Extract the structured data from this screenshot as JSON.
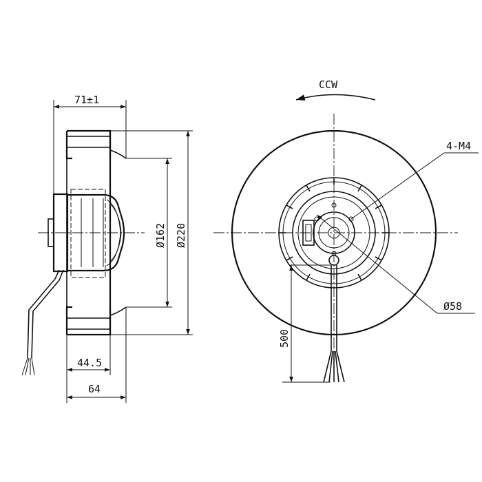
{
  "drawing": {
    "side_view": {
      "width_tolerance_label": "71±1",
      "diameter_inner_label": "Ø162",
      "diameter_outer_label": "Ø220",
      "hub_depth_label": "44.5",
      "total_depth_label": "64"
    },
    "front_view": {
      "rotation_label": "CCW",
      "thread_label": "4-M4",
      "hub_diameter_label": "Ø58",
      "cable_length_label": "500"
    }
  }
}
